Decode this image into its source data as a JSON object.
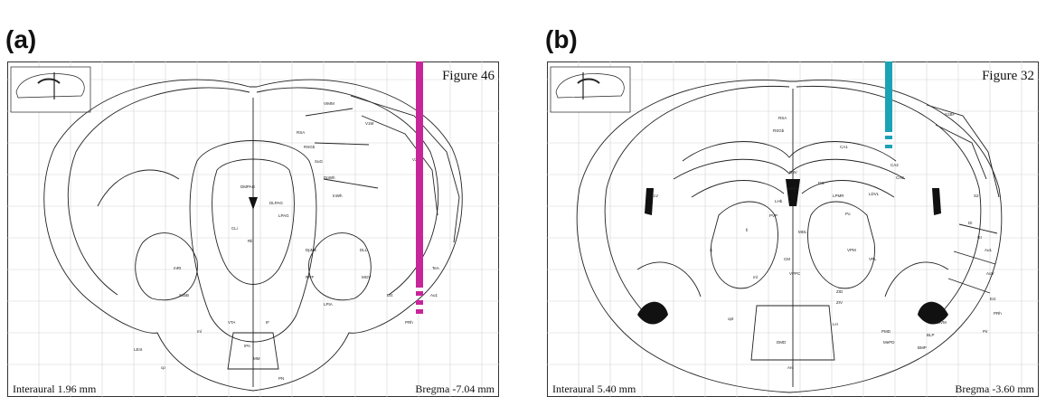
{
  "panels": [
    {
      "label": "(a)",
      "figure": "Figure 46",
      "interaural": "Interaural 1.96 mm",
      "bregma": "Bregma -7.04 mm",
      "probe_color": "#c8259a",
      "region_labels": [
        "V1M",
        "V2",
        "RSA",
        "RSGb",
        "DMPAG",
        "DLPAG",
        "LPAG",
        "DpWh",
        "InWh",
        "SuG",
        "Op",
        "DpMe",
        "RRF",
        "LPtA",
        "CLi",
        "Rli",
        "DLL",
        "MGV",
        "Ect",
        "PRh",
        "TeA",
        "Au1",
        "mRt",
        "SubB",
        "IPA",
        "VTA",
        "IF",
        "MM",
        "ml",
        "PN",
        "LEnt",
        "cp"
      ]
    },
    {
      "label": "(b)",
      "figure": "Figure 32",
      "interaural": "Interaural 5.40 mm",
      "bregma": "Bregma -3.60 mm",
      "probe_color": "#1aa3b5",
      "region_labels": [
        "RSA",
        "RSGb",
        "S1BF",
        "CA1",
        "CA2",
        "CA3",
        "DG",
        "LV",
        "D3V",
        "MHb",
        "LHb",
        "PVP",
        "LDVL",
        "LPMR",
        "Po",
        "VPM",
        "VPL",
        "MDL",
        "CM",
        "VPPC",
        "ZID",
        "ZIV",
        "LH",
        "DMD",
        "Arc",
        "PMD",
        "MePD",
        "BMP",
        "BLP",
        "LaVM",
        "Pir",
        "AuV",
        "Au1",
        "Ect",
        "PRh",
        "DI",
        "GI",
        "S2",
        "fi",
        "ic",
        "opt",
        "ml"
      ]
    }
  ]
}
